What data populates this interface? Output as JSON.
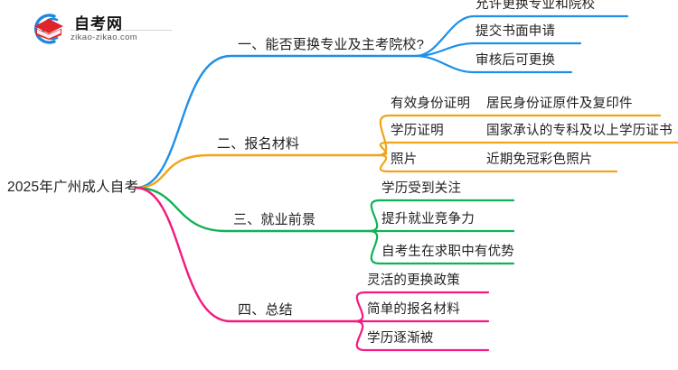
{
  "brand": {
    "site_name": "自考网",
    "site_url": "zikao-zikao.com",
    "logo_icon": "graduation-cap-in-circle-logo",
    "arc_color": "#1E88E0",
    "cap_color": "#E0242A"
  },
  "mindmap": {
    "root": {
      "label": "2025年广州成人自考"
    },
    "branches": [
      {
        "label": "一、能否更换专业及主考院校?",
        "color": "#1E90E8",
        "children": [
          {
            "label": "允许更换专业和院校",
            "children": []
          },
          {
            "label": "提交书面申请",
            "children": []
          },
          {
            "label": "审核后可更换",
            "children": []
          }
        ]
      },
      {
        "label": "二、报名材料",
        "color": "#F0A41A",
        "children": [
          {
            "label": "有效身份证明",
            "children": [
              {
                "label": "居民身份证原件及复印件"
              }
            ]
          },
          {
            "label": "学历证明",
            "children": [
              {
                "label": "国家承认的专科及以上学历证书"
              }
            ]
          },
          {
            "label": "照片",
            "children": [
              {
                "label": "近期免冠彩色照片"
              }
            ]
          }
        ]
      },
      {
        "label": "三、就业前景",
        "color": "#0FB255",
        "children": [
          {
            "label": "学历受到关注",
            "children": []
          },
          {
            "label": "提升就业竞争力",
            "children": []
          },
          {
            "label": "自考生在求职中有优势",
            "children": []
          }
        ]
      },
      {
        "label": "四、总结",
        "color": "#F4197E",
        "children": [
          {
            "label": "灵活的更换政策",
            "children": []
          },
          {
            "label": "简单的报名材料",
            "children": []
          },
          {
            "label": "学历逐渐被",
            "children": []
          }
        ]
      }
    ]
  }
}
